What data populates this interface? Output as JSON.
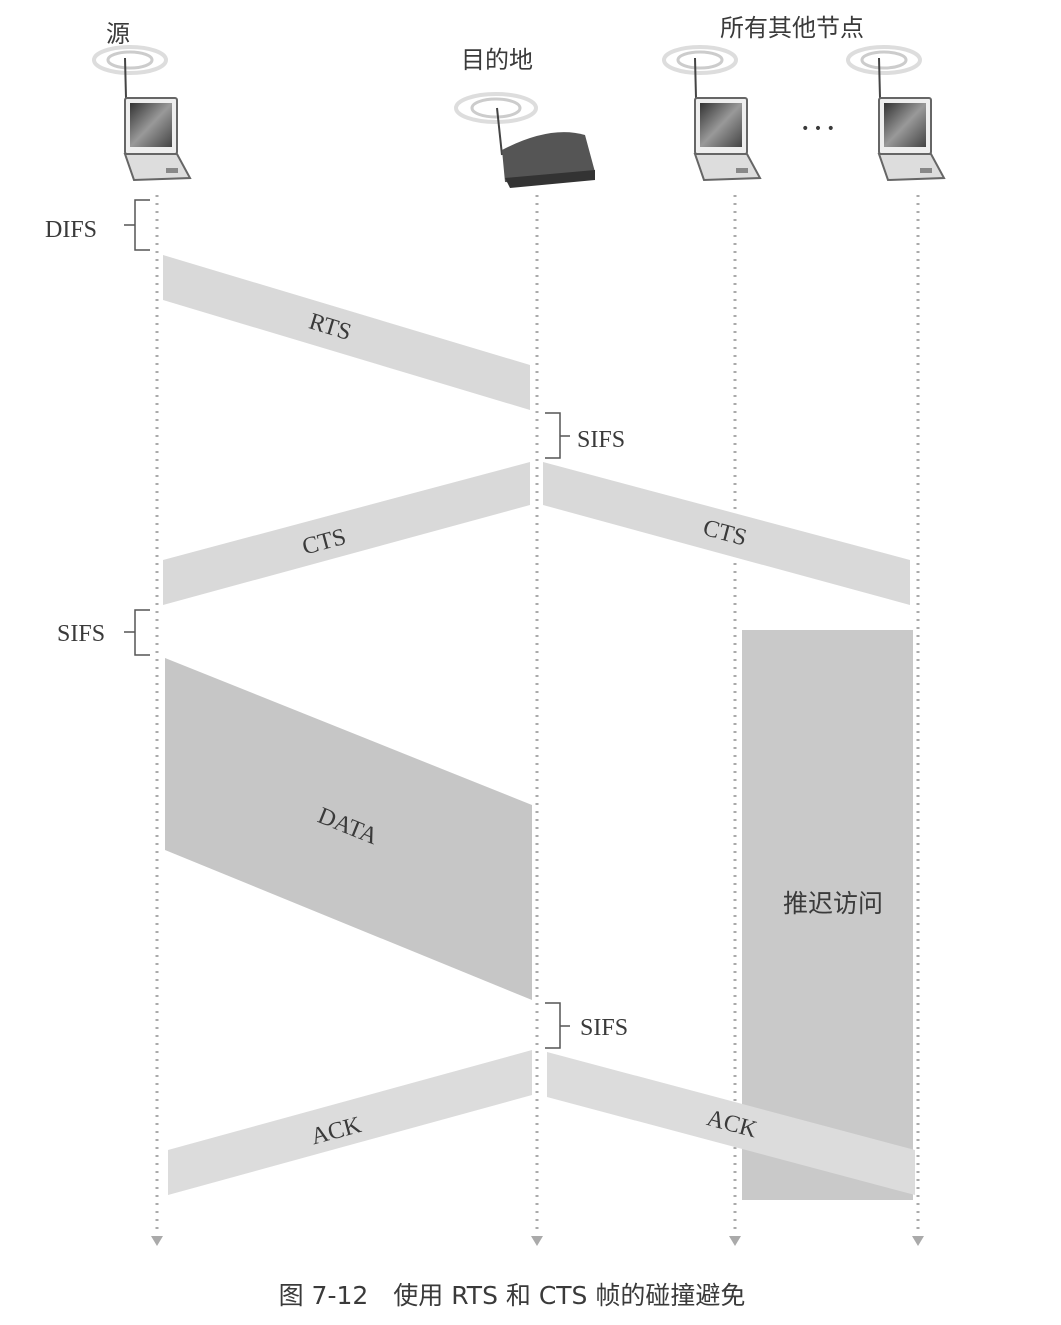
{
  "nodes": {
    "source": "源",
    "destination": "目的地",
    "others": "所有其他节点",
    "ellipsis": "• • •"
  },
  "intervals": {
    "difs": "DIFS",
    "sifs_source": "SIFS",
    "sifs_dest_1": "SIFS",
    "sifs_dest_2": "SIFS"
  },
  "frames": {
    "rts": "RTS",
    "cts_to_source": "CTS",
    "cts_to_others": "CTS",
    "data": "DATA",
    "ack_to_source": "ACK",
    "ack_to_others": "ACK"
  },
  "defer_label": "推迟访问",
  "caption": "图 7-12　使用 RTS 和 CTS 帧的碰撞避免",
  "colors": {
    "frame": "#d9d9d9",
    "data": "#c6c6c6",
    "defer": "#c9c9c9",
    "text": "#3a3a3a"
  }
}
